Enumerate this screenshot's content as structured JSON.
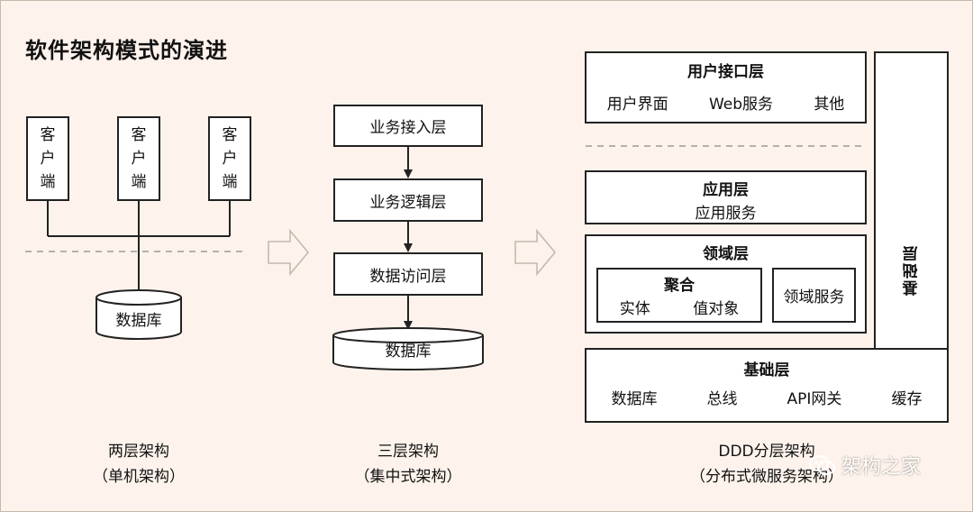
{
  "title": "软件架构模式的演进",
  "two_tier": {
    "clients": [
      {
        "label_lines": [
          "客",
          "户",
          "端"
        ]
      },
      {
        "label_lines": [
          "客",
          "户",
          "端"
        ]
      },
      {
        "label_lines": [
          "客",
          "户",
          "端"
        ]
      }
    ],
    "database": "数据库",
    "caption_line1": "两层架构",
    "caption_line2": "（单机架构）"
  },
  "three_tier": {
    "layers": [
      "业务接入层",
      "业务逻辑层",
      "数据访问层"
    ],
    "database": "数据库",
    "caption_line1": "三层架构",
    "caption_line2": "（集中式架构）"
  },
  "ddd": {
    "user_interface": {
      "title": "用户接口层",
      "items": [
        "用户界面",
        "Web服务",
        "其他"
      ]
    },
    "application": {
      "title": "应用层",
      "items": [
        "应用服务"
      ]
    },
    "domain": {
      "title": "领域层",
      "aggregate": {
        "title": "聚合",
        "items": [
          "实体",
          "值对象"
        ]
      },
      "service": "领域服务"
    },
    "infrastructure": {
      "title": "基础层",
      "items": [
        "数据库",
        "总线",
        "API网关",
        "缓存"
      ]
    },
    "side_label": "基础层",
    "caption_line1": "DDD分层架构",
    "caption_line2": "（分布式微服务架构）"
  },
  "watermark": "架构之家",
  "colors": {
    "background": "#fdf3ec",
    "line": "#222222",
    "arrow_outline": "#c8b8ad"
  }
}
